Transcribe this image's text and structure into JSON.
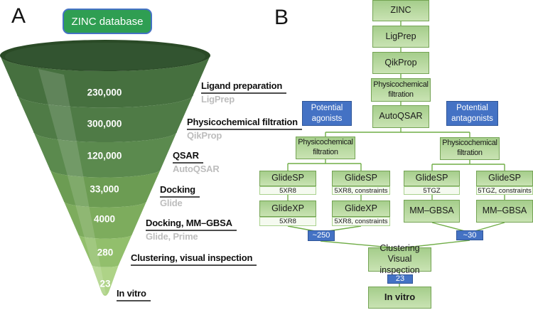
{
  "panelA": {
    "label": "A",
    "source_box": "ZINC database",
    "rim_color": "#2a4a26",
    "rim_inner_color": "#325430",
    "band_colors": [
      "#46703f",
      "#4f7b46",
      "#5b8a4e",
      "#6c9c53",
      "#7dac5d",
      "#92bf6c",
      "#aed387"
    ],
    "stages": [
      {
        "count": "230,000",
        "label": "Ligand preparation",
        "tool": "LigPrep"
      },
      {
        "count": "300,000",
        "label": "Physicochemical filtration",
        "tool": "QikProp"
      },
      {
        "count": "120,000",
        "label": "QSAR",
        "tool": "AutoQSAR"
      },
      {
        "count": "33,000",
        "label": "Docking",
        "tool": "Glide"
      },
      {
        "count": "4000",
        "label": "Docking, MM–GBSA",
        "tool": "Glide, Prime"
      },
      {
        "count": "280",
        "label": "Clustering, visual inspection",
        "tool": ""
      },
      {
        "count": "23",
        "label": "In vitro",
        "tool": ""
      }
    ]
  },
  "panelB": {
    "label": "B",
    "pipeline": {
      "zinc": "ZINC",
      "ligprep": "LigPrep",
      "qikprop": "QikProp",
      "filter": "Physicochemical filtration",
      "autoqsar": "AutoQSAR"
    },
    "agonists": {
      "tag": "Potential agonists",
      "filter": "Physicochemical filtration",
      "col1": {
        "sp": "GlideSP",
        "sp_sub": "5XR8",
        "xp": "GlideXP",
        "xp_sub": "5XR8"
      },
      "col2": {
        "sp": "GlideSP",
        "sp_sub": "5XR8, constraints",
        "xp": "GlideXP",
        "xp_sub": "5XR8, constraints"
      },
      "result": "~250"
    },
    "antagonists": {
      "tag": "Potential antagonists",
      "filter": "Physicochemical filtration",
      "col1": {
        "sp": "GlideSP",
        "sp_sub": "5TGZ",
        "mm": "MM–GBSA"
      },
      "col2": {
        "sp": "GlideSP",
        "sp_sub": "5TGZ, constraints",
        "mm": "MM–GBSA"
      },
      "result": "~30"
    },
    "clustering": "Clustering\nVisual inspection",
    "final_count": "23",
    "invitro": "In vitro"
  },
  "colors": {
    "flow_box_green_top": "#a5cd8b",
    "flow_box_green_bottom": "#c9e3b3",
    "flow_box_border": "#74a354",
    "flow_connector": "#70ad47",
    "blue_accent": "#4472c4",
    "zinc_button_green": "#2f9e52"
  }
}
